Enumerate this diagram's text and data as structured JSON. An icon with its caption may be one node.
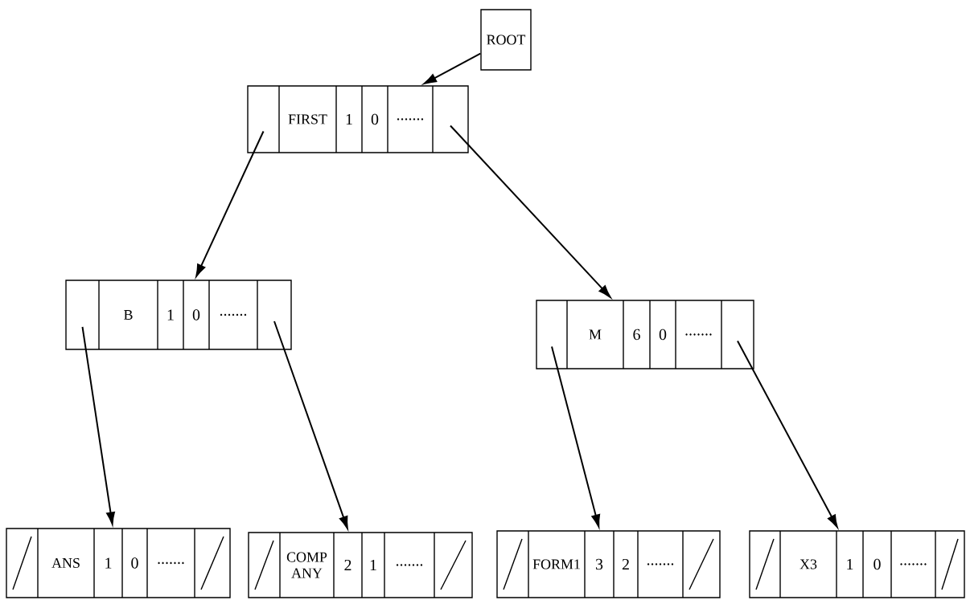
{
  "diagram": {
    "nodes": [
      {
        "text": [
          "ROOT"
        ]
      },
      {
        "text": [
          "FIRST",
          "1",
          "0",
          "......."
        ]
      },
      {
        "text": [
          "B",
          "1",
          "0",
          "......."
        ]
      },
      {
        "text": [
          "M",
          "6",
          "0",
          "......."
        ]
      },
      {
        "text": [
          "ANS",
          "1",
          "0",
          "......."
        ]
      },
      {
        "text": [
          "COMP ANY",
          "2",
          "1",
          "......."
        ]
      },
      {
        "text": [
          "FORM1",
          "3",
          "2",
          "......."
        ]
      },
      {
        "text": [
          "X3",
          "1",
          "0",
          "......."
        ]
      }
    ],
    "edges": [
      {
        "from": 0,
        "to": 1,
        "arrow": "to"
      },
      {
        "from": 1,
        "to": 2,
        "arrow": "to"
      },
      {
        "from": 1,
        "to": 3,
        "arrow": "to"
      },
      {
        "from": 2,
        "to": 4,
        "arrow": "to"
      },
      {
        "from": 2,
        "to": 5,
        "arrow": "to"
      },
      {
        "from": 3,
        "to": 6,
        "arrow": "to"
      },
      {
        "from": 3,
        "to": 7,
        "arrow": "to"
      }
    ]
  }
}
